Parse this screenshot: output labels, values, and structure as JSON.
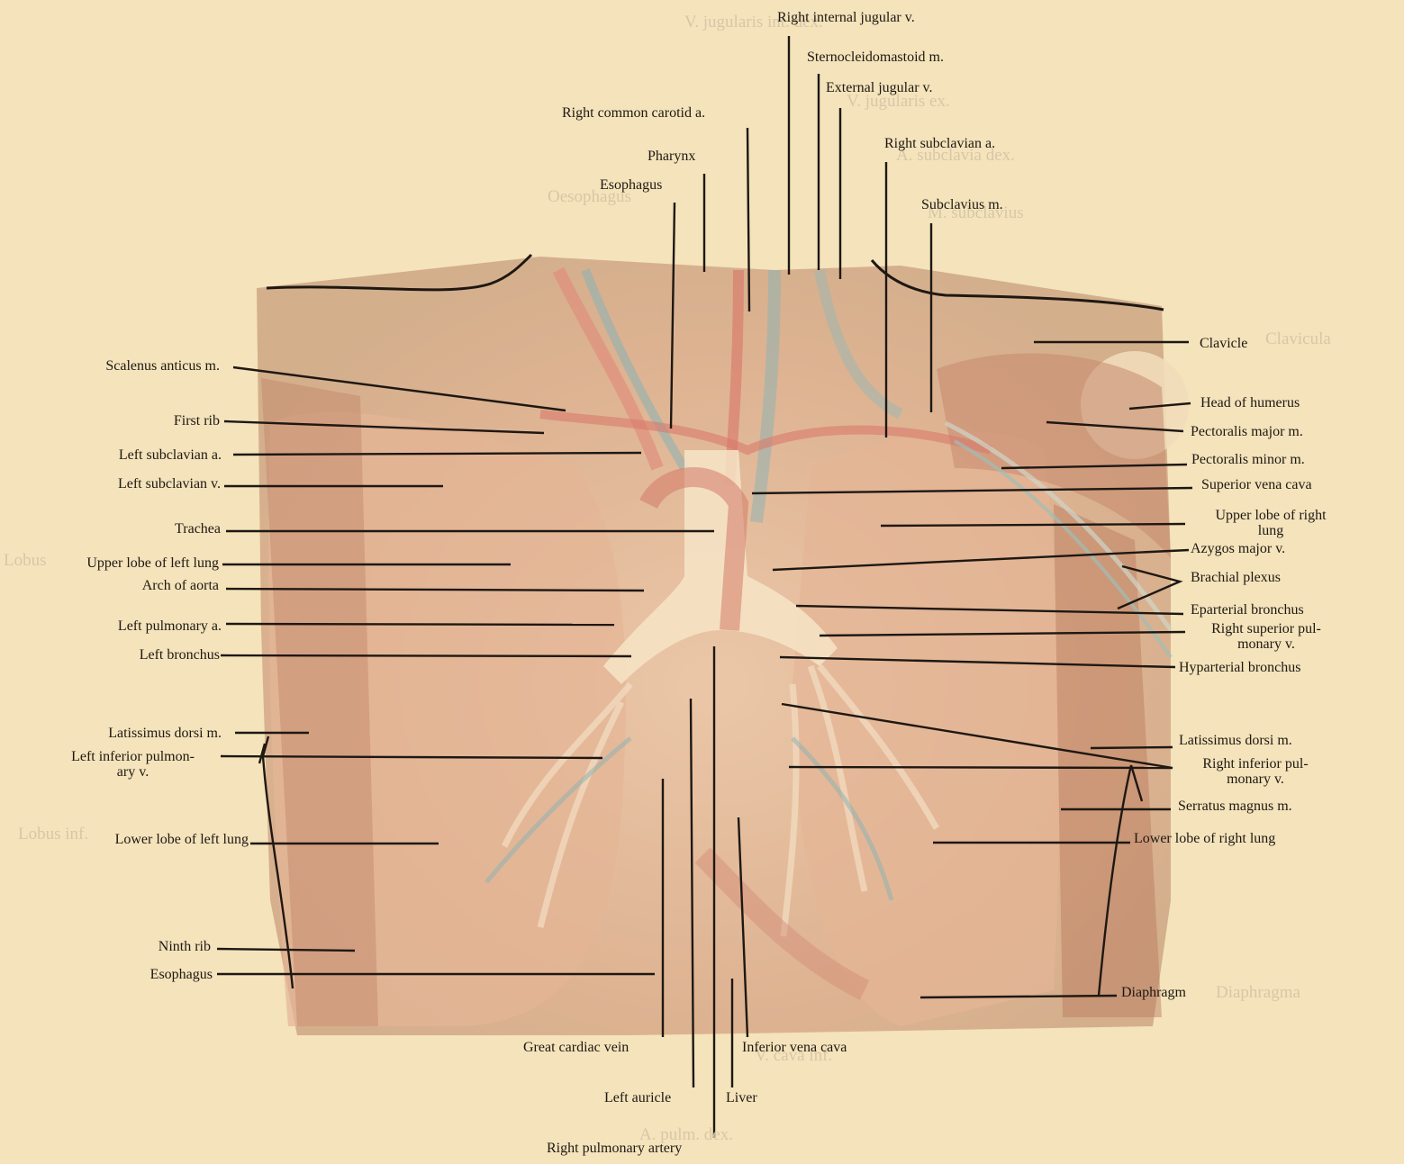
{
  "plate": {
    "colors": {
      "paper": "#f4e3bb",
      "tissue": "#d9a888",
      "tissue_dark": "#b57a5e",
      "artery": "#d9796a",
      "vein": "#8fb3b3",
      "lung": "#e6b89d",
      "ink": "#1e1812"
    }
  },
  "labels": {
    "right_internal_jugular_v": "Right internal jugular v.",
    "sternocleidomastoid_m": "Sternocleidomastoid m.",
    "external_jugular_v": "External jugular v.",
    "right_common_carotid_a": "Right common carotid a.",
    "right_subclavian_a": "Right subclavian a.",
    "pharynx": "Pharynx",
    "esophagus_top": "Esophagus",
    "subclavius_m": "Subclavius m.",
    "clavicle": "Clavicle",
    "head_of_humerus": "Head of humerus",
    "pectoralis_major_m": "Pectoralis major m.",
    "pectoralis_minor_m": "Pectoralis minor m.",
    "superior_vena_cava": "Superior vena cava",
    "upper_lobe_right_lung": "Upper lobe of right\nlung",
    "azygos_major_v": "Azygos major v.",
    "brachial_plexus": "Brachial plexus",
    "eparterial_bronchus": "Eparterial bronchus",
    "right_superior_pulmonary_v": "Right superior pul-\nmonary v.",
    "hyparterial_bronchus": "Hyparterial bronchus",
    "latissimus_dorsi_right": "Latissimus dorsi m.",
    "right_inferior_pulmonary_v": "Right inferior pul-\nmonary v.",
    "serratus_magnus_m": "Serratus magnus m.",
    "lower_lobe_right_lung": "Lower lobe of right lung",
    "diaphragm": "Diaphragm",
    "scalenus_anticus_m": "Scalenus anticus m.",
    "first_rib": "First rib",
    "left_subclavian_a": "Left subclavian a.",
    "left_subclavian_v": "Left subclavian v.",
    "trachea": "Trachea",
    "upper_lobe_left_lung": "Upper lobe of left lung",
    "arch_of_aorta": "Arch of aorta",
    "left_pulmonary_a": "Left pulmonary a.",
    "left_bronchus": "Left bronchus",
    "latissimus_dorsi_left": "Latissimus dorsi m.",
    "left_inferior_pulmonary_v": "Left inferior pulmon-\nary v.",
    "lower_lobe_left_lung": "Lower lobe of left lung",
    "ninth_rib": "Ninth rib",
    "esophagus_bottom": "Esophagus",
    "great_cardiac_vein": "Great cardiac vein",
    "inferior_vena_cava": "Inferior vena cava",
    "left_auricle": "Left auricle",
    "liver": "Liver",
    "right_pulmonary_artery": "Right pulmonary artery"
  },
  "bleed_through": {
    "v_jugularis_int": "V. jugularis int. dex.",
    "v_jugularis_ex": "V. jugularis ex.",
    "a_subclavia": "A. subclavia dex.",
    "oesophagus": "Oesophagus",
    "m_subclavius": "M. subclavius",
    "clavicula": "Clavicula",
    "diaphragma": "Diaphragma",
    "v_cava_inf": "V. cava inf.",
    "a_pulm_dex": "A. pulm. dex.",
    "lobus": "Lobus",
    "lobus_inf": "Lobus inf."
  }
}
